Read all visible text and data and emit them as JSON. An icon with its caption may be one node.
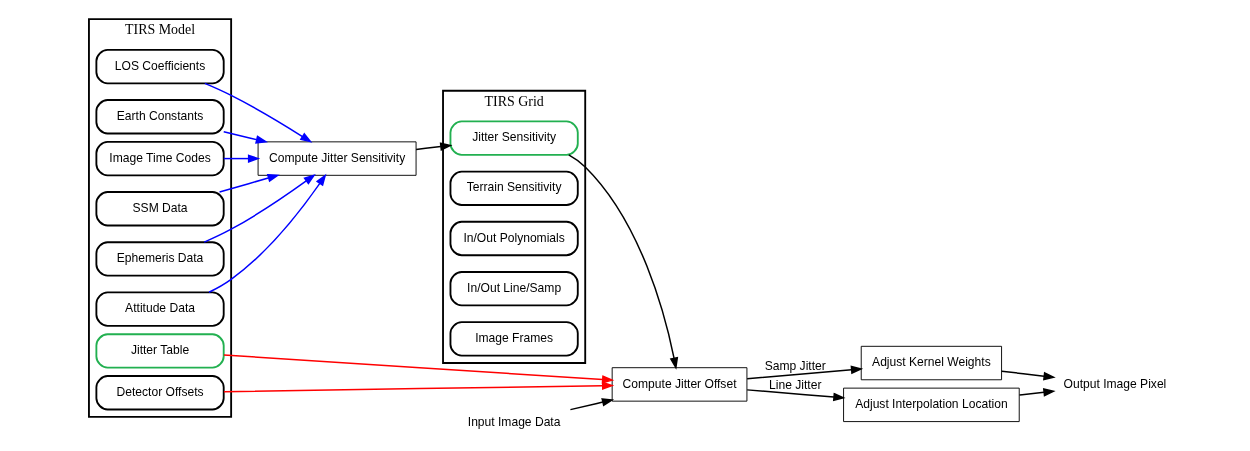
{
  "diagram": {
    "nodes": [
      {
        "text": [
          "TIRS Model"
        ]
      },
      {
        "text": [
          "Earth Constants"
        ],
        "in": 0
      },
      {
        "text": [
          "LOS Coefficients"
        ],
        "in": 0
      },
      {
        "text": [
          "Detector Offsets"
        ],
        "in": 0
      },
      {
        "text": [
          "Attitude Data"
        ],
        "in": 0
      },
      {
        "text": [
          "Ephemeris Data"
        ],
        "in": 0
      },
      {
        "text": [
          "SSM Data"
        ],
        "in": 0
      },
      {
        "text": [
          "Image Time Codes"
        ],
        "in": 0
      },
      {
        "text": [
          "Jitter Table"
        ],
        "in": 0
      },
      {
        "text": [
          "Compute Jitter Sensitivity"
        ]
      },
      {
        "text": [
          "TIRS Grid"
        ]
      },
      {
        "text": [
          "Image Frames"
        ],
        "in": 10
      },
      {
        "text": [
          "In/Out Line/Samp"
        ],
        "in": 10
      },
      {
        "text": [
          "In/Out Polynomials"
        ],
        "in": 10
      },
      {
        "text": [
          "Terrain Sensitivity"
        ],
        "in": 10
      },
      {
        "text": [
          "Jitter Sensitivity"
        ],
        "in": 10
      },
      {
        "text": [
          "Input Image Data"
        ]
      },
      {
        "text": [
          "Compute Jitter Offset"
        ]
      },
      {
        "text": [
          "Adjust Kernel Weights"
        ]
      },
      {
        "text": [
          "Adjust Interpolation Location"
        ]
      },
      {
        "text": [
          "Output Image Pixel"
        ]
      }
    ],
    "edges": [
      {
        "from": 1,
        "to": 9,
        "arrow": "to",
        "color": "#0000ff"
      },
      {
        "from": 2,
        "to": 9,
        "arrow": "to",
        "color": "#0000ff"
      },
      {
        "from": 4,
        "to": 9,
        "arrow": "to",
        "color": "#0000ff"
      },
      {
        "from": 5,
        "to": 9,
        "arrow": "to",
        "color": "#0000ff"
      },
      {
        "from": 6,
        "to": 9,
        "arrow": "to",
        "color": "#0000ff"
      },
      {
        "from": 7,
        "to": 9,
        "arrow": "to",
        "color": "#0000ff"
      },
      {
        "from": 3,
        "to": 17,
        "arrow": "to",
        "color": "#ff0000"
      },
      {
        "from": 8,
        "to": 17,
        "arrow": "to",
        "color": "#ff0000"
      },
      {
        "from": 9,
        "to": 15,
        "arrow": "to"
      },
      {
        "from": 15,
        "to": 17,
        "arrow": "to"
      },
      {
        "from": 16,
        "to": 17,
        "arrow": "to"
      },
      {
        "from": 17,
        "to": 18,
        "arrow": "to",
        "label": "Samp Jitter"
      },
      {
        "from": 17,
        "to": 19,
        "arrow": "to",
        "label": "Line Jitter"
      },
      {
        "from": 18,
        "to": 20,
        "arrow": "to"
      },
      {
        "from": 19,
        "to": 20,
        "arrow": "to"
      }
    ]
  }
}
